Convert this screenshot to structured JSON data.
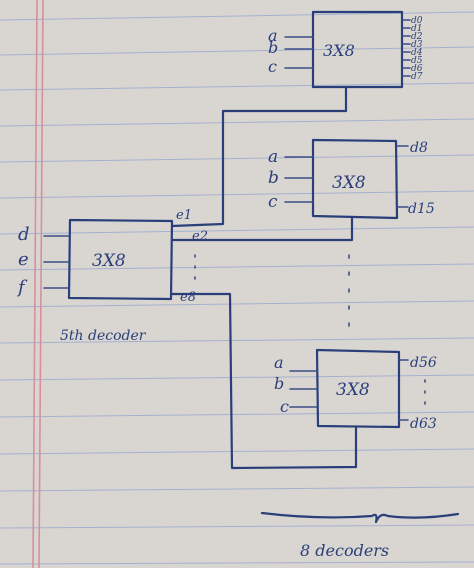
{
  "decoders": {
    "main": {
      "label": "3X8",
      "inputs": [
        "d",
        "e",
        "f"
      ],
      "outputs": [
        "e1",
        "e2",
        "e8"
      ],
      "caption": "5th decoder"
    },
    "dec_1": {
      "label": "3X8",
      "inputs": [
        "a",
        "b",
        "c"
      ],
      "outputs": [
        "d0",
        "d1",
        "d2",
        "d3",
        "d4",
        "d5",
        "d6",
        "d7"
      ]
    },
    "dec_2": {
      "label": "3X8",
      "inputs": [
        "a",
        "b",
        "c"
      ],
      "outputs": [
        "d8",
        "d15"
      ]
    },
    "dec_3": {
      "label": "3X8",
      "inputs": [
        "a",
        "b",
        "c"
      ],
      "outputs": [
        "d56",
        "d63"
      ]
    }
  },
  "footer": {
    "caption": "8 decoders"
  },
  "colors": {
    "ink": "#2a3f7a",
    "paper": "#d9d6d2",
    "rule_lines": "#a6b1cf",
    "margin_line": "#d88f9a"
  }
}
